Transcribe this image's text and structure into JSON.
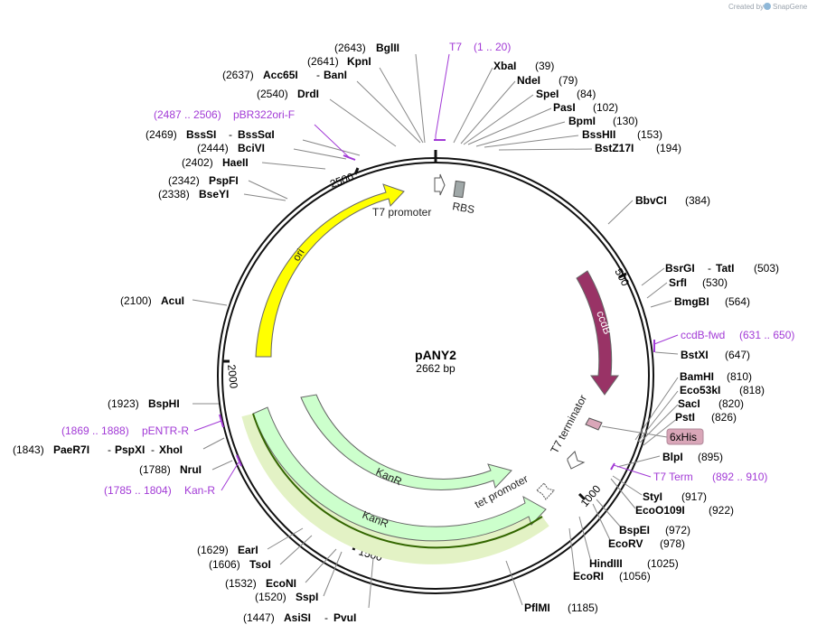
{
  "credit": {
    "prefix": "Created by",
    "brand": "SnapGene"
  },
  "plasmid": {
    "name": "pANY2",
    "length_label": "2662 bp"
  },
  "ticks": [
    {
      "label": "500",
      "pos": 500
    },
    {
      "label": "1000",
      "pos": 1000
    },
    {
      "label": "1500",
      "pos": 1500
    },
    {
      "label": "2000",
      "pos": 2000
    },
    {
      "label": "2500",
      "pos": 2500
    }
  ],
  "enzymes": [
    {
      "name": "BglII",
      "pos": "(2643)"
    },
    {
      "name": "KpnI",
      "pos": "(2641)"
    },
    {
      "name": "Acc65I",
      "name2": "BanI",
      "pos": "(2637)"
    },
    {
      "name": "DrdI",
      "pos": "(2540)"
    },
    {
      "name": "BssSI",
      "name2": "BssSαI",
      "pos": "(2469)"
    },
    {
      "name": "BciVI",
      "pos": "(2444)"
    },
    {
      "name": "HaeII",
      "pos": "(2402)"
    },
    {
      "name": "PspFI",
      "pos": "(2342)"
    },
    {
      "name": "BseYI",
      "pos": "(2338)"
    },
    {
      "name": "AcuI",
      "pos": "(2100)"
    },
    {
      "name": "BspHI",
      "pos": "(1923)"
    },
    {
      "name": "PaeR7I",
      "name2": "PspXI",
      "name3": "XhoI",
      "pos": "(1843)"
    },
    {
      "name": "NruI",
      "pos": "(1788)"
    },
    {
      "name": "EarI",
      "pos": "(1629)"
    },
    {
      "name": "TsoI",
      "pos": "(1606)"
    },
    {
      "name": "EcoNI",
      "pos": "(1532)"
    },
    {
      "name": "SspI",
      "pos": "(1520)"
    },
    {
      "name": "AsiSI",
      "name2": "PvuI",
      "pos": "(1447)"
    },
    {
      "name": "XbaI",
      "pos": "(39)"
    },
    {
      "name": "NdeI",
      "pos": "(79)"
    },
    {
      "name": "SpeI",
      "pos": "(84)"
    },
    {
      "name": "PasI",
      "pos": "(102)"
    },
    {
      "name": "BpmI",
      "pos": "(130)"
    },
    {
      "name": "BssHII",
      "pos": "(153)"
    },
    {
      "name": "BstZ17I",
      "pos": "(194)"
    },
    {
      "name": "BbvCI",
      "pos": "(384)"
    },
    {
      "name": "BsrGI",
      "name2": "TatI",
      "pos": "(503)"
    },
    {
      "name": "SrfI",
      "pos": "(530)"
    },
    {
      "name": "BmgBI",
      "pos": "(564)"
    },
    {
      "name": "BstXI",
      "pos": "(647)"
    },
    {
      "name": "BamHI",
      "pos": "(810)"
    },
    {
      "name": "Eco53kI",
      "pos": "(818)"
    },
    {
      "name": "SacI",
      "pos": "(820)"
    },
    {
      "name": "PstI",
      "pos": "(826)"
    },
    {
      "name": "BlpI",
      "pos": "(895)"
    },
    {
      "name": "StyI",
      "pos": "(917)"
    },
    {
      "name": "EcoO109I",
      "pos": "(922)"
    },
    {
      "name": "BspEI",
      "pos": "(972)"
    },
    {
      "name": "EcoRV",
      "pos": "(978)"
    },
    {
      "name": "HindIII",
      "pos": "(1025)"
    },
    {
      "name": "EcoRI",
      "pos": "(1056)"
    },
    {
      "name": "PflMI",
      "pos": "(1185)"
    }
  ],
  "primers": [
    {
      "name": "T7",
      "range": "(1 .. 20)"
    },
    {
      "name": "pBR322ori-F",
      "range": "(2487 .. 2506)"
    },
    {
      "name": "ccdB-fwd",
      "range": "(631 .. 650)"
    },
    {
      "name": "T7 Term",
      "range": "(892 .. 910)"
    },
    {
      "name": "pENTR-R",
      "range": "(1869 .. 1888)"
    },
    {
      "name": "Kan-R",
      "range": "(1785 .. 1804)"
    }
  ],
  "features": {
    "ori": "ori",
    "ccdb": "ccdB",
    "kanr_inner": "KanR",
    "kanr_outer": "KanR",
    "t7_promoter": "T7 promoter",
    "rbs": "RBS",
    "t7_terminator": "T7 terminator",
    "tet_promoter": "tet promoter",
    "his_tag": "6xHis"
  },
  "colors": {
    "ori": "#ffff00",
    "ccdb": "#993366",
    "kanr": "#ccffcc",
    "kanr_highlight": "#336600",
    "primer": "#a23ad6",
    "his": "#d9a6b8",
    "rbs": "#a0a8a8"
  }
}
